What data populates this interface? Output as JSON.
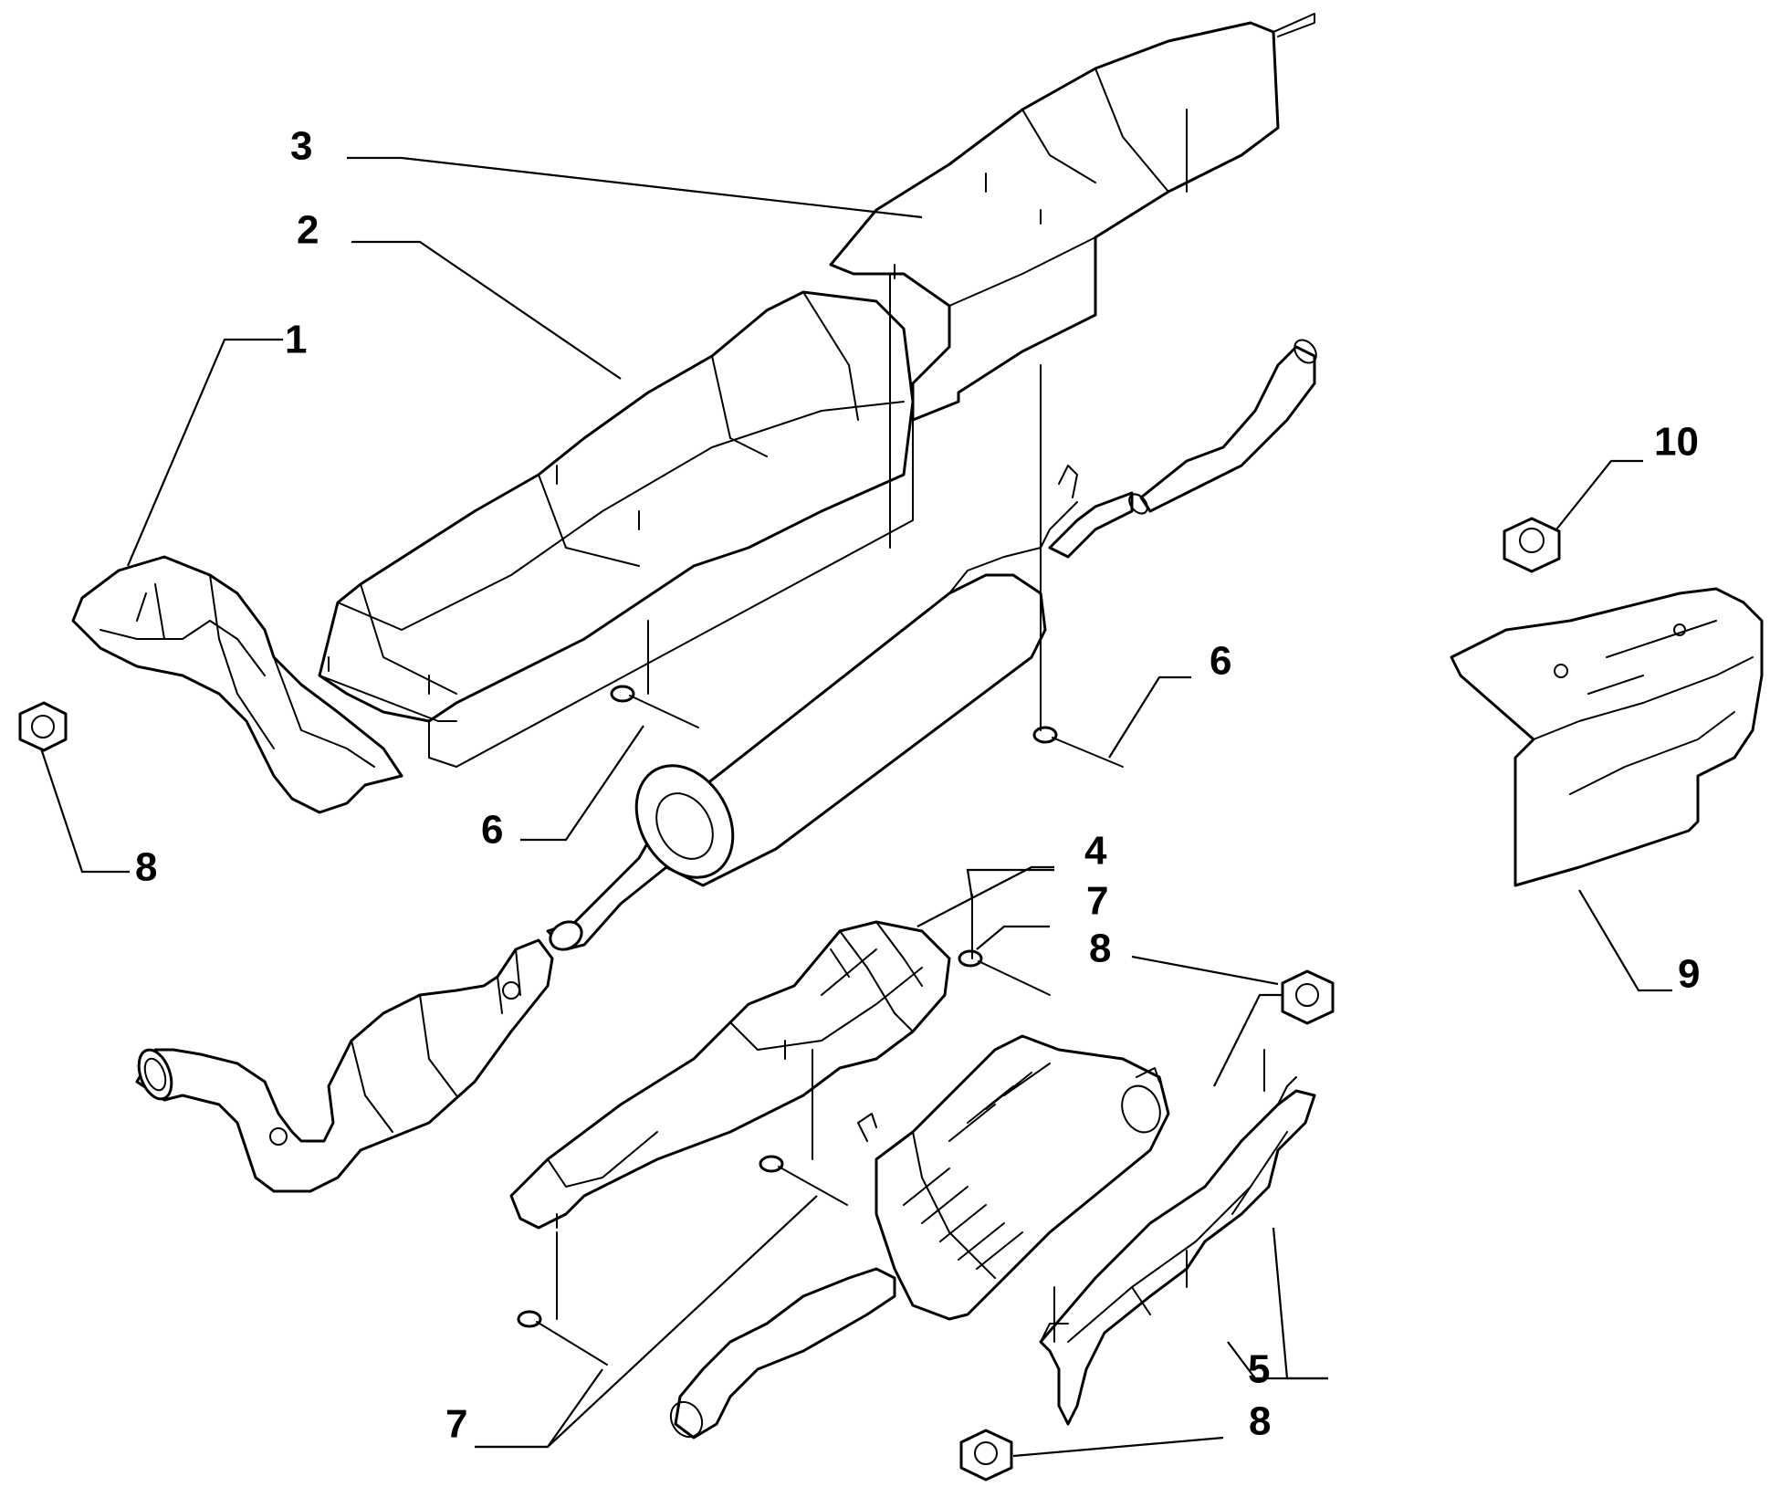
{
  "callouts": [
    {
      "id": "c1",
      "label": "1"
    },
    {
      "id": "c2",
      "label": "2"
    },
    {
      "id": "c3",
      "label": "3"
    },
    {
      "id": "c4",
      "label": "4"
    },
    {
      "id": "c5",
      "label": "5"
    },
    {
      "id": "c6a",
      "label": "6"
    },
    {
      "id": "c6b",
      "label": "6"
    },
    {
      "id": "c7a",
      "label": "7"
    },
    {
      "id": "c7b",
      "label": "7"
    },
    {
      "id": "c8a",
      "label": "8"
    },
    {
      "id": "c8b",
      "label": "8"
    },
    {
      "id": "c8c",
      "label": "8"
    },
    {
      "id": "c9",
      "label": "9"
    },
    {
      "id": "c10",
      "label": "10"
    }
  ],
  "colors": {
    "line": "#000000",
    "background": "#ffffff"
  }
}
